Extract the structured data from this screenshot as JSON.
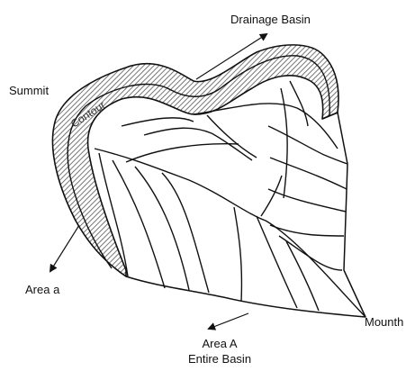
{
  "diagram": {
    "labels": {
      "drainage_basin": "Drainage Basin",
      "summit": "Summit",
      "contour": "Contour",
      "area_small": "Area a",
      "mouth": "Mounth",
      "area_large_line1": "Area A",
      "area_large_line2": "Entire Basin"
    },
    "colors": {
      "ink": "#111111",
      "hatch": "#555555"
    }
  }
}
